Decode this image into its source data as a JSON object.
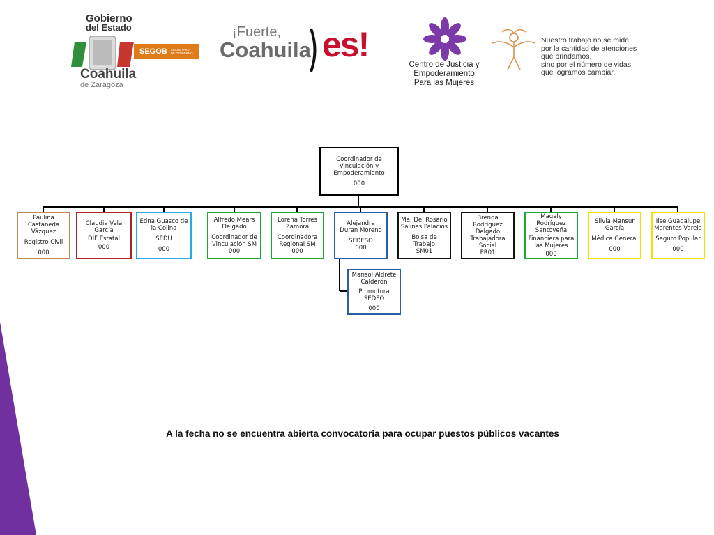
{
  "header": {
    "gobierno": {
      "line1": "Gobierno",
      "line2": "del Estado",
      "coahuila": "Coahuila",
      "zaragoza": "de Zaragoza",
      "segob": "SEGOB",
      "secretaria": "SECRETARÍA DE GOBIERNO"
    },
    "fuerte": {
      "line1": "¡Fuerte,",
      "line2": "Coahuila",
      "es": "es!"
    },
    "centro": {
      "line1": "Centro de Justicia y",
      "line2": "Empoderamiento",
      "line3": "Para las Mujeres"
    },
    "mission": {
      "line1": "Nuestro trabajo no se mide",
      "line2": "por la cantidad de atenciones",
      "line3": "que brindamos,",
      "line4": "sino por el número de vidas",
      "line5": "que logramos cambiar."
    }
  },
  "org": {
    "root": {
      "name": "Coordinador de Vinculación y Empoderamiento",
      "num": "000"
    },
    "children": [
      {
        "name": "Paulina Castañeda Vázquez",
        "role": "Registro Civil",
        "num": "000",
        "color": "#c0895a"
      },
      {
        "name": "Claudia Vela García",
        "role": "DIF Estatal",
        "num": "000",
        "color": "#b22222"
      },
      {
        "name": "Edna Guasco de la Colina",
        "role": "SEDU",
        "num": "000",
        "color": "#2aa8e0"
      },
      {
        "name": "Alfredo Mears Delgado",
        "role": "Coordinador de Vinculación SM",
        "num": "000",
        "color": "#1fa83a"
      },
      {
        "name": "Lorena Torres Zamora",
        "role": "Coordinadora Regional SM",
        "num": "000",
        "color": "#1fa83a"
      },
      {
        "name": "Alejandra Duran Moreno",
        "role": "SEDESO",
        "num": "000",
        "color": "#2e5da8"
      },
      {
        "name": "Ma. Del Rosario Salinas Palacios",
        "role": "Bolsa de Trabajo",
        "num": "SM01",
        "color": "#111111"
      },
      {
        "name": "Brenda Rodríguez Delgado",
        "role": "Trabajadora Social",
        "num": "PR01",
        "color": "#111111"
      },
      {
        "name": "Magaly Rodríguez Santoveña",
        "role": "Financiera para las Mujeres",
        "num": "000",
        "color": "#1fa83a"
      },
      {
        "name": "Silvia Mansur García",
        "role": "Médica General",
        "num": "000",
        "color": "#f2e000"
      },
      {
        "name": "Ilse Guadalupe Marentes Varela",
        "role": "Seguro Popular",
        "num": "000",
        "color": "#f2e000"
      }
    ],
    "sub": {
      "name": "Marisol Aldrete Calderón",
      "role": "Promotora SEDEO",
      "num": "000",
      "color": "#2e5da8"
    }
  },
  "footer_note": "A la fecha no se encuentra abierta convocatoria para ocupar puestos públicos vacantes",
  "colors": {
    "purple_accent": "#7030a0",
    "segob_orange": "#e07b1a"
  }
}
